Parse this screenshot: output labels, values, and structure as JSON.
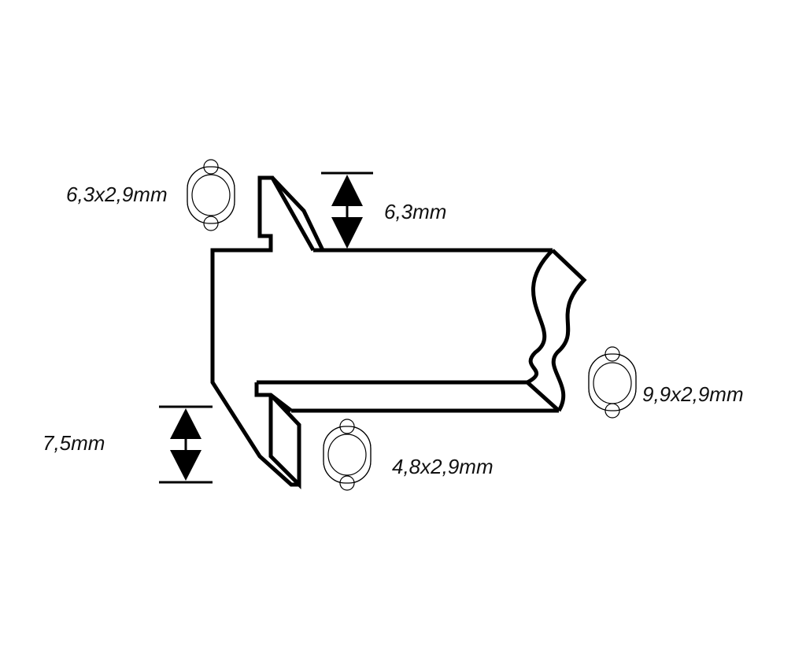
{
  "dimensions": {
    "top_height": "6,3mm",
    "bottom_height": "7,5mm"
  },
  "holes": {
    "top_left": "6,3x2,9mm",
    "right": "9,9x2,9mm",
    "bottom": "4,8x2,9mm"
  },
  "colors": {
    "stroke": "#000000",
    "background": "#ffffff"
  }
}
